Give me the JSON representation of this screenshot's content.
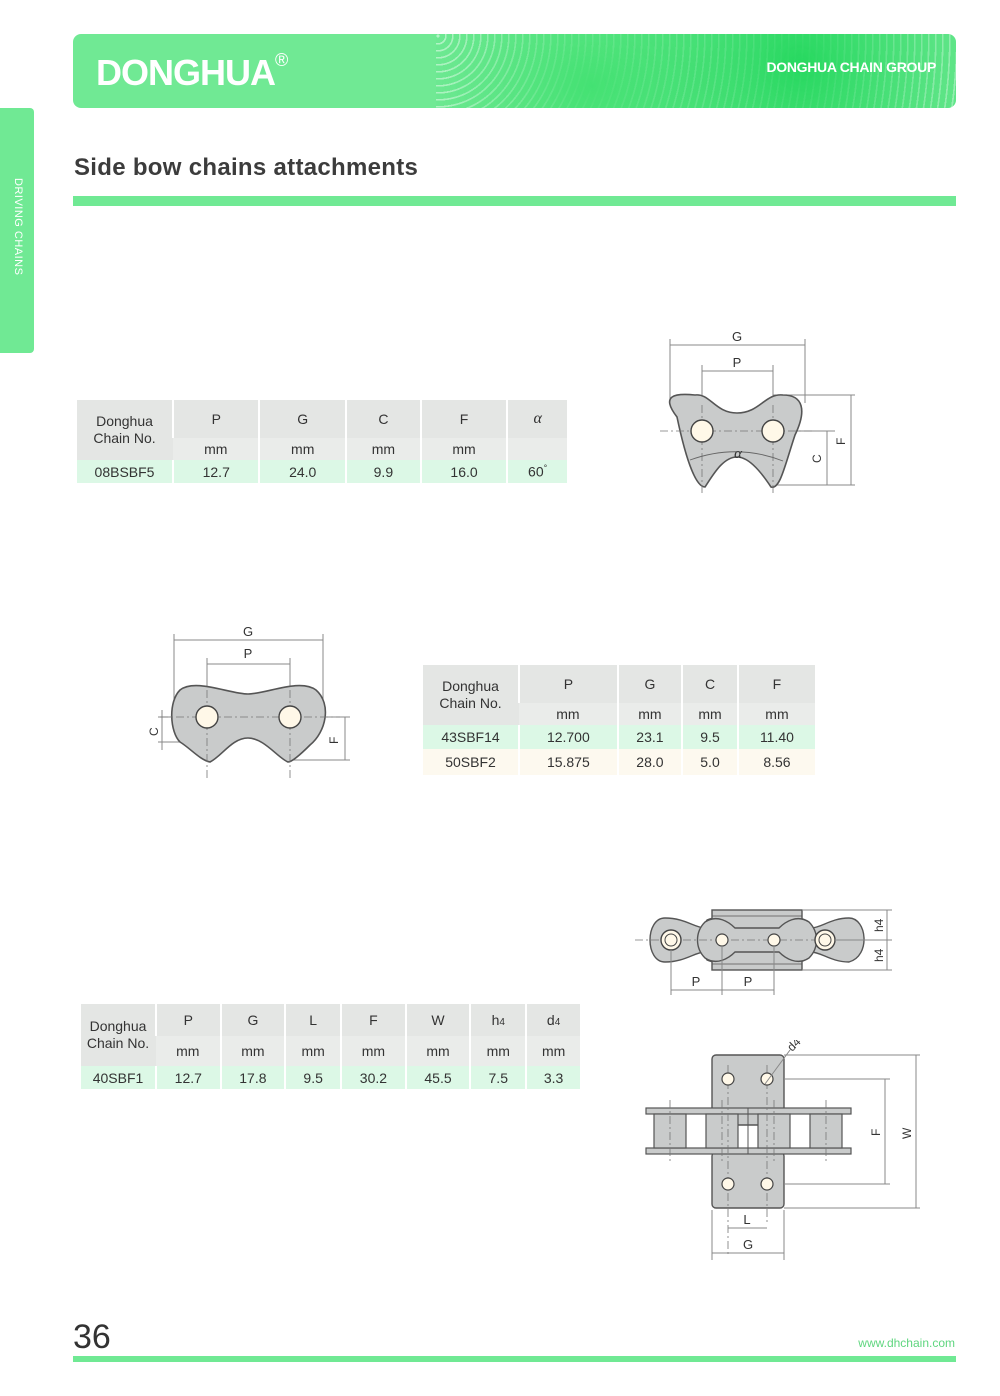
{
  "header": {
    "logo": "DONGHUA",
    "logo_mark": "®",
    "group": "DONGHUA CHAIN GROUP"
  },
  "side_tab": "DRIVING CHAINS",
  "title": "Side bow chains attachments",
  "table1": {
    "chain_label": [
      "Donghua",
      "Chain No."
    ],
    "headers": [
      "P",
      "G",
      "C",
      "F",
      "α"
    ],
    "units": [
      "mm",
      "mm",
      "mm",
      "mm",
      ""
    ],
    "rows": [
      [
        "08BSBF5",
        "12.7",
        "24.0",
        "9.9",
        "16.0",
        "60",
        "°"
      ]
    ]
  },
  "table2": {
    "chain_label": [
      "Donghua",
      "Chain No."
    ],
    "headers": [
      "P",
      "G",
      "C",
      "F"
    ],
    "units": [
      "mm",
      "mm",
      "mm",
      "mm"
    ],
    "rows": [
      [
        "43SBF14",
        "12.700",
        "23.1",
        "9.5",
        "11.40"
      ],
      [
        "50SBF2",
        "15.875",
        "28.0",
        "5.0",
        "8.56"
      ]
    ]
  },
  "table3": {
    "chain_label": [
      "Donghua",
      "Chain No."
    ],
    "headers": [
      "P",
      "G",
      "L",
      "F",
      "W",
      "h",
      "d"
    ],
    "header_subs": [
      "",
      "",
      "",
      "",
      "",
      "4",
      "4"
    ],
    "units": [
      "mm",
      "mm",
      "mm",
      "mm",
      "mm",
      "mm",
      "mm"
    ],
    "rows": [
      [
        "40SBF1",
        "12.7",
        "17.8",
        "9.5",
        "30.2",
        "45.5",
        "7.5",
        "3.3"
      ]
    ]
  },
  "diagram1": {
    "labels": {
      "G": "G",
      "P": "P",
      "alpha": "α",
      "C": "C",
      "F": "F"
    }
  },
  "diagram2": {
    "labels": {
      "G": "G",
      "P": "P",
      "C": "C",
      "F": "F"
    }
  },
  "diagram3": {
    "labels": {
      "h4a": "h4",
      "h4b": "h4",
      "P1": "P",
      "P2": "P"
    }
  },
  "diagram4": {
    "labels": {
      "d4": "d4",
      "F": "F",
      "W": "W",
      "L": "L",
      "G": "G"
    }
  },
  "footer": {
    "page": "36",
    "url": "www.dhchain.com"
  }
}
